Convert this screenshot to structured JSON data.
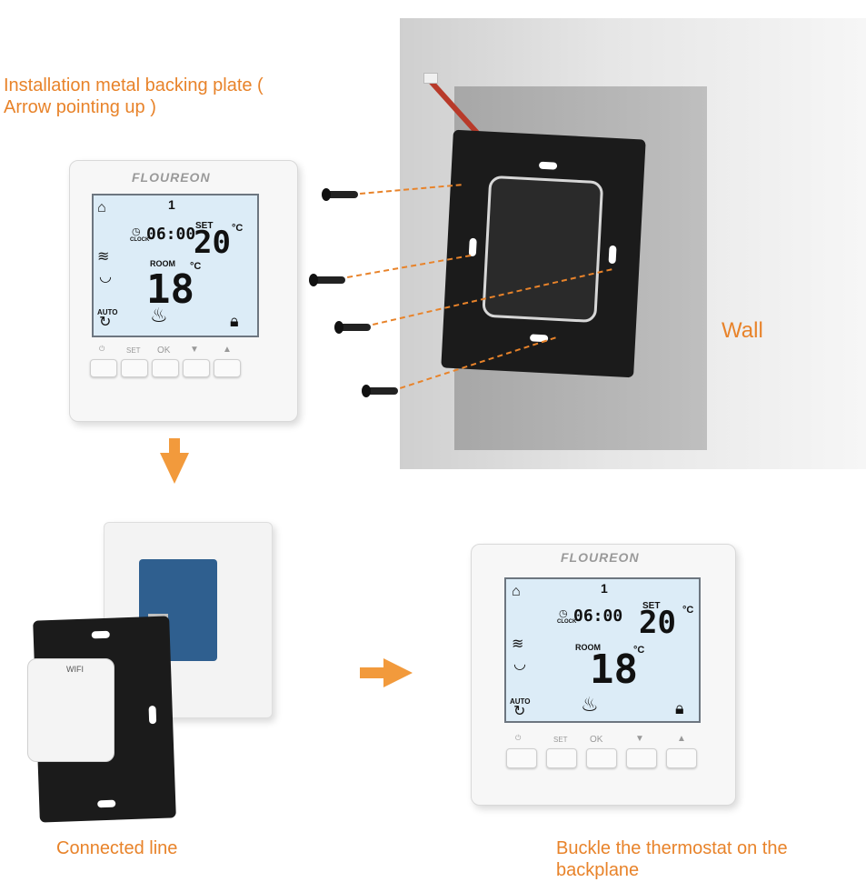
{
  "captions": {
    "top": "Installation metal backing plate ( Arrow pointing up )",
    "wall": "Wall",
    "connected": "Connected line",
    "buckle": "Buckle the thermostat on the backplane"
  },
  "thermostat": {
    "brand": "FLOUREON",
    "program": "1",
    "clock_label": "CLOCK",
    "clock_time": "06:00",
    "set_label": "SET",
    "set_temp": "20",
    "unit": "°C",
    "room_label": "ROOM",
    "room_temp": "18",
    "auto_label": "AUTO",
    "button_labels": {
      "set": "SET",
      "ok": "OK"
    },
    "icons": [
      "home-icon",
      "heating-icon",
      "wifi-icon",
      "auto-mode-icon",
      "flame-icon",
      "lock-icon",
      "power-icon",
      "down-arrow-icon",
      "up-arrow-icon"
    ]
  },
  "relay": {
    "label": "WIFI"
  },
  "colors": {
    "accent": "#e8832a",
    "lcd": "#dcecf7",
    "plate": "#1b1b1b"
  }
}
